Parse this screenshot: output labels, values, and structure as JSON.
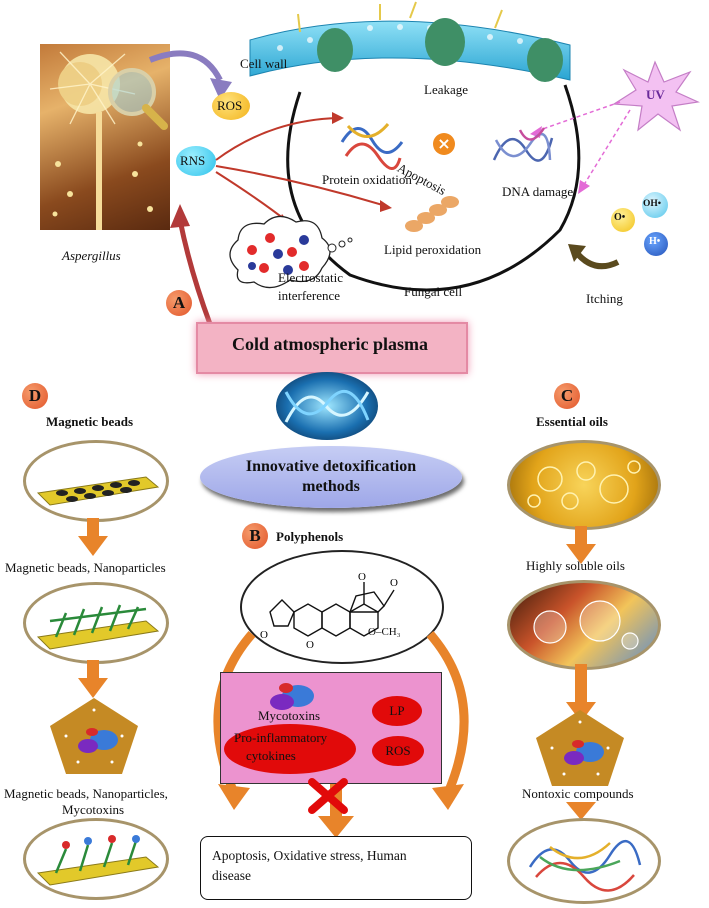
{
  "top": {
    "aspergillus": "Aspergillus",
    "ros": "ROS",
    "rns": "RNS",
    "cell_wall": "Cell wall",
    "leakage": "Leakage",
    "uv": "UV",
    "protein_oxidation": "Protein oxidation",
    "apoptosis": "Apoptosis",
    "dna_damage": "DNA damage",
    "lipid_peroxidation": "Lipid peroxidation",
    "electrostatic_1": "Electrostatic",
    "electrostatic_2": "interference",
    "fungal_cell": "Fungal cell",
    "itching": "Itching",
    "radical_o": "O•",
    "radical_oh": "OH•",
    "radical_h": "H•"
  },
  "center": {
    "cap_title": "Cold atmospheric plasma",
    "innovative_1": "Innovative detoxification",
    "innovative_2": "methods"
  },
  "tags": {
    "a": "A",
    "b": "B",
    "c": "C",
    "d": "D"
  },
  "left": {
    "title": "Magnetic beads",
    "step1": "Magnetic beads, Nanoparticles",
    "step2_1": "Magnetic beads, Nanoparticles,",
    "step2_2": "Mycotoxins"
  },
  "middle": {
    "title": "Polyphenols",
    "mycotoxins": "Mycotoxins",
    "lp": "LP",
    "ros": "ROS",
    "pro_1": "Pro-inflammatory",
    "pro_2": "cytokines",
    "outcome_1": "Apoptosis, Oxidative stress, Human",
    "outcome_2": "disease",
    "methoxy": "O–CH₃"
  },
  "right": {
    "title": "Essential oils",
    "step1": "Highly soluble oils",
    "step2": "Nontoxic compounds"
  },
  "colors": {
    "accent_orange": "#e8842a",
    "cap_pink": "#f3b3c4",
    "pink_box": "#ec93cf",
    "red": "#e10a0a",
    "membrane": "#6ec6e6"
  }
}
